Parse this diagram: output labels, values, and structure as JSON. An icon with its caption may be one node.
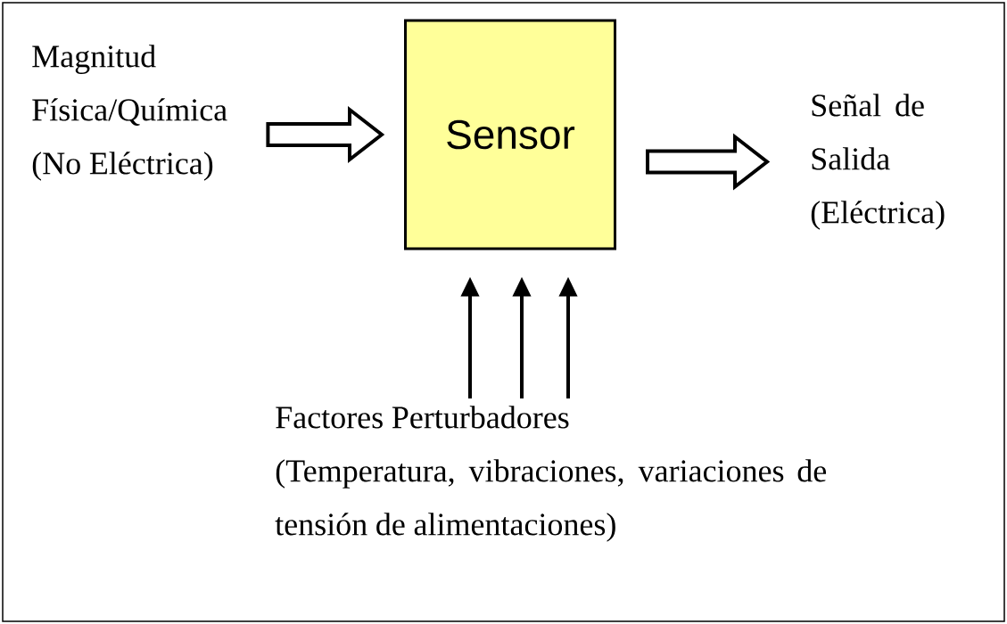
{
  "diagram": {
    "nodes": [
      {
        "text": [
          "Magnitud Física/Química (No Eléctrica)"
        ]
      },
      {
        "text": [
          "Sensor"
        ]
      },
      {
        "text": [
          "Señal de Salida (Eléctrica)"
        ]
      },
      {
        "text": [
          "Factores Perturbadores",
          "(Temperatura, vibraciones, variaciones de tensión de alimentaciones)"
        ]
      }
    ],
    "edges": [
      {
        "from": 0,
        "to": 1,
        "arrow": "to"
      },
      {
        "from": 1,
        "to": 2,
        "arrow": "to"
      },
      {
        "from": 3,
        "to": 1,
        "arrow": "to"
      },
      {
        "from": 3,
        "to": 1,
        "arrow": "to"
      },
      {
        "from": 3,
        "to": 1,
        "arrow": "to"
      }
    ]
  }
}
